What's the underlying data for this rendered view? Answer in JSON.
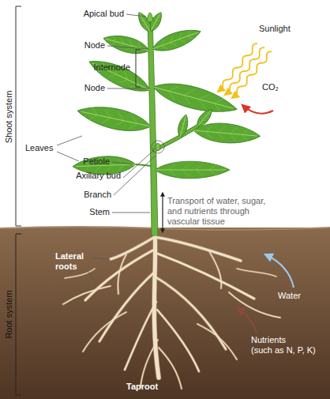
{
  "diagram": {
    "labels": [
      "Shoot system",
      "Apical bud",
      "Node",
      "Internode",
      "Node",
      "Sunlight",
      "CO₂",
      "Leaves",
      "Petiole",
      "Axillary bud",
      "Branch",
      "Stem",
      "Transport of water, sugar, and nutrients through vascular tissue",
      "Root system",
      "Lateral roots",
      "Water",
      "Nutrients",
      "(such as N, P, K)",
      "Taproot"
    ]
  }
}
